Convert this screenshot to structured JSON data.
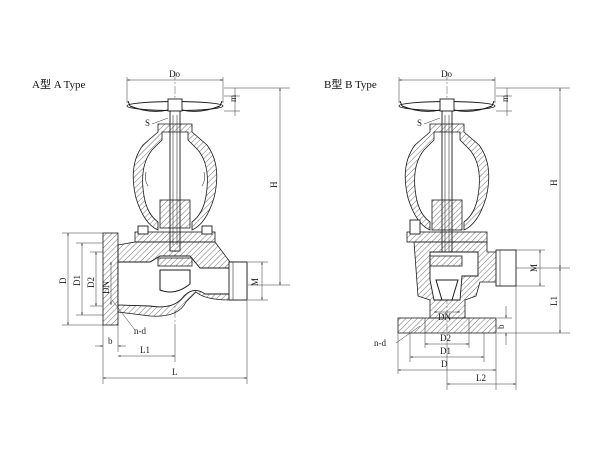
{
  "views": [
    {
      "id": "A",
      "title": "A型 A Type",
      "labels": {
        "Do": "Do",
        "m": "m",
        "S": "S",
        "H": "H",
        "D": "D",
        "D1": "D1",
        "D2": "D2",
        "DN": "DN",
        "M": "M",
        "b": "b",
        "nd": "n-d",
        "L1": "L1",
        "L": "L"
      }
    },
    {
      "id": "B",
      "title": "B型 B Type",
      "labels": {
        "Do": "Do",
        "m": "m",
        "S": "S",
        "H": "H",
        "M": "M",
        "L1": "L1",
        "DN": "DN",
        "b": "b",
        "nd": "n-d",
        "D2": "D2",
        "D1": "D1",
        "D": "D",
        "L2": "L2"
      }
    }
  ]
}
